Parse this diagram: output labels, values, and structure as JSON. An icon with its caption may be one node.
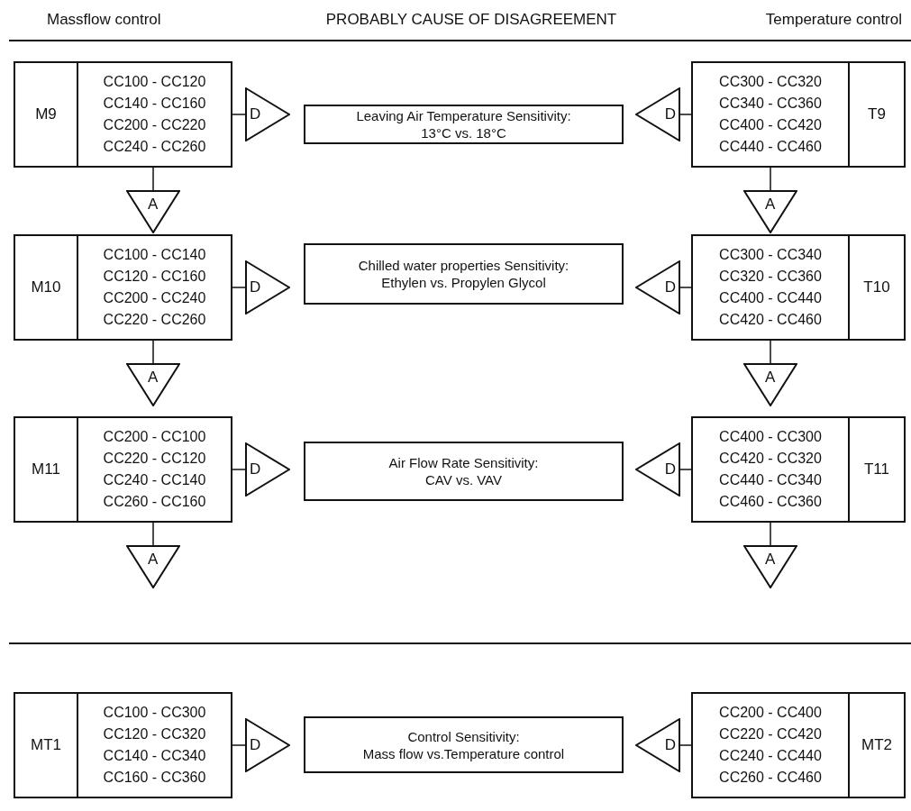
{
  "diagram": {
    "nodes": [
      {
        "text": [
          "M9",
          "CC100 - CC120 CC140 - CC160 CC200 - CC220 CC240 - CC260"
        ]
      },
      {
        "text": [
          "D"
        ]
      },
      {
        "text": [
          "Leaving Air Temperature Sensitivity:",
          "13°C vs. 18°C"
        ]
      },
      {
        "text": [
          "D"
        ]
      },
      {
        "text": [
          "CC300 - CC320 CC340 - CC360 CC400 - CC420 CC440 - CC460",
          "T9"
        ]
      },
      {
        "text": [
          "A"
        ]
      },
      {
        "text": [
          "A"
        ]
      },
      {
        "text": [
          "M10",
          "CC100 - CC140 CC120 - CC160 CC200 - CC240 CC220 - CC260"
        ]
      },
      {
        "text": [
          "D"
        ]
      },
      {
        "text": [
          "Chilled water properties Sensitivity:",
          "Ethylen vs. Propylen Glycol"
        ]
      },
      {
        "text": [
          "D"
        ]
      },
      {
        "text": [
          "CC300 - CC340 CC320 - CC360 CC400 - CC440 CC420 - CC460",
          "T10"
        ]
      },
      {
        "text": [
          "A"
        ]
      },
      {
        "text": [
          "A"
        ]
      },
      {
        "text": [
          "M11",
          "CC200 - CC100 CC220 - CC120 CC240 - CC140 CC260 - CC160"
        ]
      },
      {
        "text": [
          "D"
        ]
      },
      {
        "text": [
          "Air Flow Rate Sensitivity:",
          "CAV vs. VAV"
        ]
      },
      {
        "text": [
          "D"
        ]
      },
      {
        "text": [
          "CC400 - CC300 CC420 - CC320 CC440 - CC340 CC460 - CC360",
          "T11"
        ]
      },
      {
        "text": [
          "A"
        ]
      },
      {
        "text": [
          "A"
        ]
      },
      {
        "text": [
          "MT1",
          "CC100 - CC300 CC120 - CC320 CC140 - CC340 CC160 - CC360"
        ]
      },
      {
        "text": [
          "D"
        ]
      },
      {
        "text": [
          "Control Sensitivity:",
          "Mass flow vs.Temperature control"
        ]
      },
      {
        "text": [
          "D"
        ]
      },
      {
        "text": [
          "CC200 - CC400 CC220 - CC420 CC240 - CC440 CC260 - CC460",
          "MT2"
        ]
      }
    ],
    "edges": [
      {
        "from": 0,
        "to": 1,
        "arrow": "none"
      },
      {
        "from": 4,
        "to": 3,
        "arrow": "none"
      },
      {
        "from": 0,
        "to": 5,
        "arrow": "none"
      },
      {
        "from": 4,
        "to": 6,
        "arrow": "none"
      },
      {
        "from": 7,
        "to": 8,
        "arrow": "none"
      },
      {
        "from": 11,
        "to": 10,
        "arrow": "none"
      },
      {
        "from": 7,
        "to": 12,
        "arrow": "none"
      },
      {
        "from": 11,
        "to": 13,
        "arrow": "none"
      },
      {
        "from": 14,
        "to": 15,
        "arrow": "none"
      },
      {
        "from": 18,
        "to": 17,
        "arrow": "none"
      },
      {
        "from": 14,
        "to": 19,
        "arrow": "none"
      },
      {
        "from": 18,
        "to": 20,
        "arrow": "none"
      },
      {
        "from": 21,
        "to": 22,
        "arrow": "none"
      },
      {
        "from": 25,
        "to": 24,
        "arrow": "none"
      }
    ],
    "labels": [
      "Massflow control",
      "PROBABLY CAUSE OF DISAGREEMENT",
      "Temperature control"
    ]
  }
}
